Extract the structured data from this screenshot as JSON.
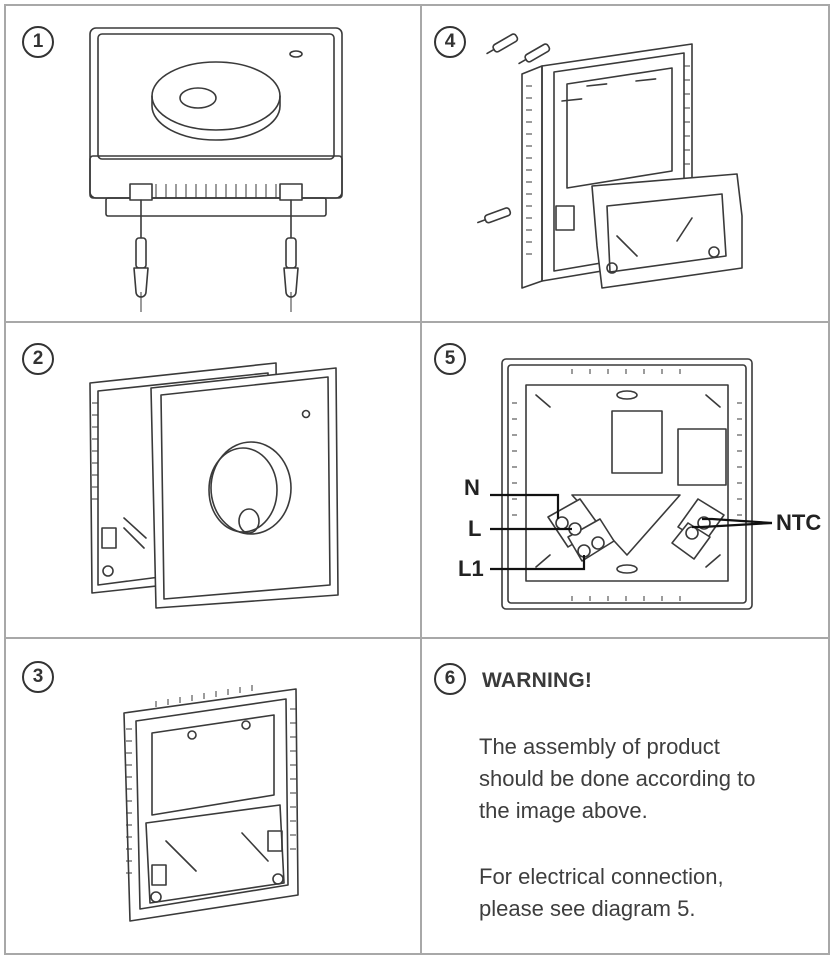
{
  "steps": {
    "s1": "1",
    "s2": "2",
    "s3": "3",
    "s4": "4",
    "s5": "5",
    "s6": "6"
  },
  "wiring_labels": {
    "n": "N",
    "l": "L",
    "l1": "L1",
    "ntc": "NTC"
  },
  "warning": {
    "title": "WARNING!",
    "paragraph1_lines": [
      "The assembly of product",
      "should be done according to",
      "the image above."
    ],
    "paragraph2_lines": [
      "For electrical connection,",
      "please see diagram 5."
    ]
  },
  "colors": {
    "border": "#a8a8a8",
    "ink": "#3a3a3a"
  }
}
